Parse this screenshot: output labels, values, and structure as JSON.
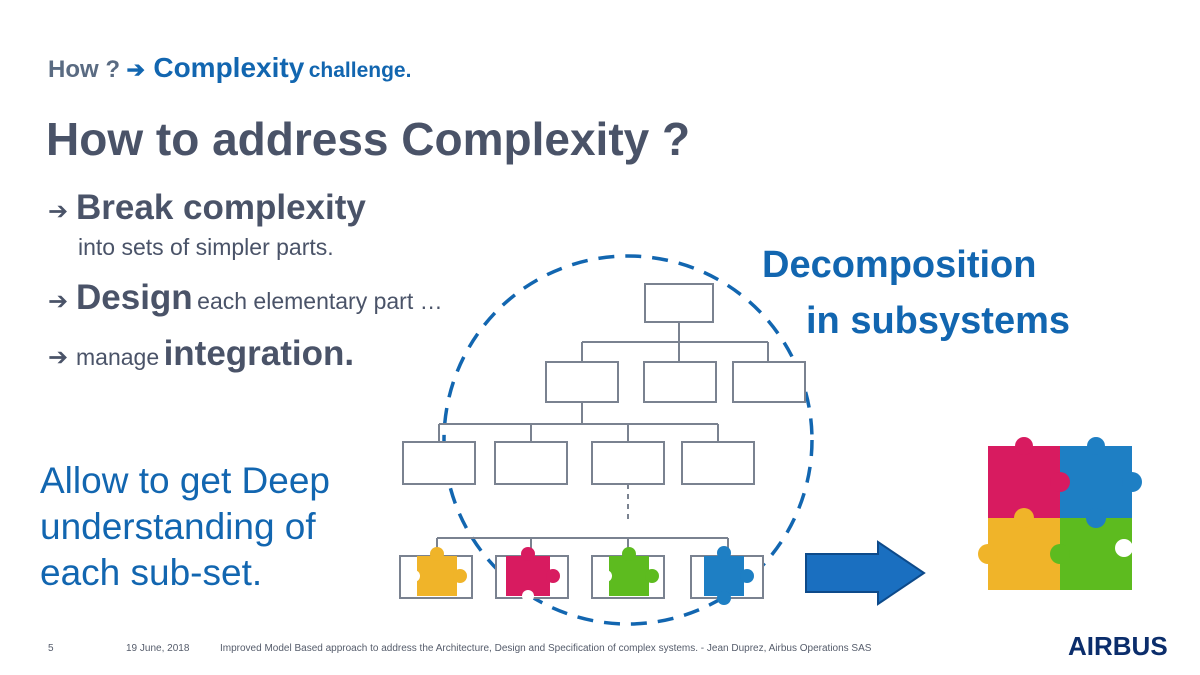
{
  "header": {
    "how": "How ?",
    "arrow": "➔",
    "complexity": "Complexity",
    "challenge": "challenge."
  },
  "title": "How to address Complexity ?",
  "bullets": {
    "break_strong": "Break complexity",
    "break_sub": "into sets of simpler parts.",
    "design_strong": "Design",
    "design_rest": "each elementary part …",
    "manage_small": "manage",
    "manage_strong": "integration."
  },
  "deep_text": "Allow to get Deep understanding of each sub-set.",
  "decomposition": {
    "line1": "Decomposition",
    "line2": "in subsystems"
  },
  "footer": {
    "page_number": "5",
    "date": "19 June, 2018",
    "description": "Improved Model Based approach to address the Architecture, Design and Specification of complex systems.   -   Jean Duprez,   Airbus Operations SAS"
  },
  "logo": "AIRBUS",
  "colors": {
    "accent_blue": "#1266b0",
    "dark_gray": "#4a5368",
    "piece_yellow": "#f0b429",
    "piece_pink": "#d81b60",
    "piece_green": "#5dbb1f",
    "piece_blue": "#1e7fc4"
  }
}
